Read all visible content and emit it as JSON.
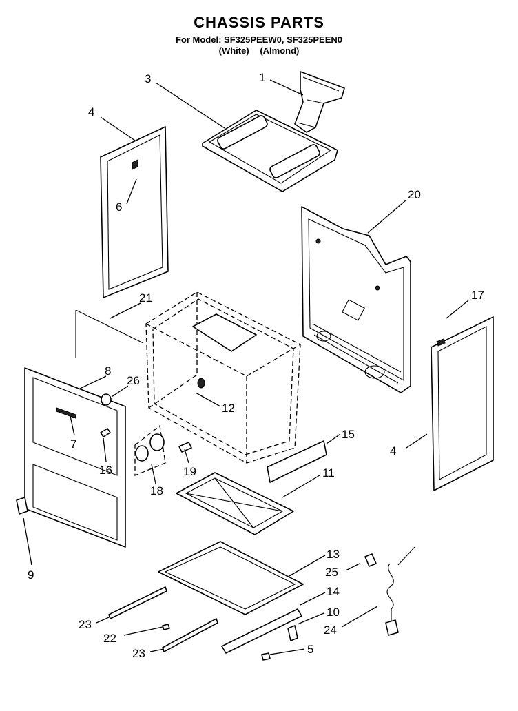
{
  "header": {
    "title": "CHASSIS PARTS",
    "model_line": "For Model: SF325PEEW0, SF325PEEN0",
    "colors": [
      "(White)",
      "(Almond)"
    ]
  },
  "callouts": [
    "1",
    "3",
    "4",
    "6",
    "20",
    "21",
    "17",
    "8",
    "26",
    "12",
    "7",
    "16",
    "19",
    "18",
    "15",
    "4",
    "11",
    "9",
    "13",
    "25",
    "14",
    "10",
    "23",
    "22",
    "24",
    "23",
    "5"
  ],
  "style": {
    "ink": "#000000",
    "paper": "#ffffff"
  }
}
